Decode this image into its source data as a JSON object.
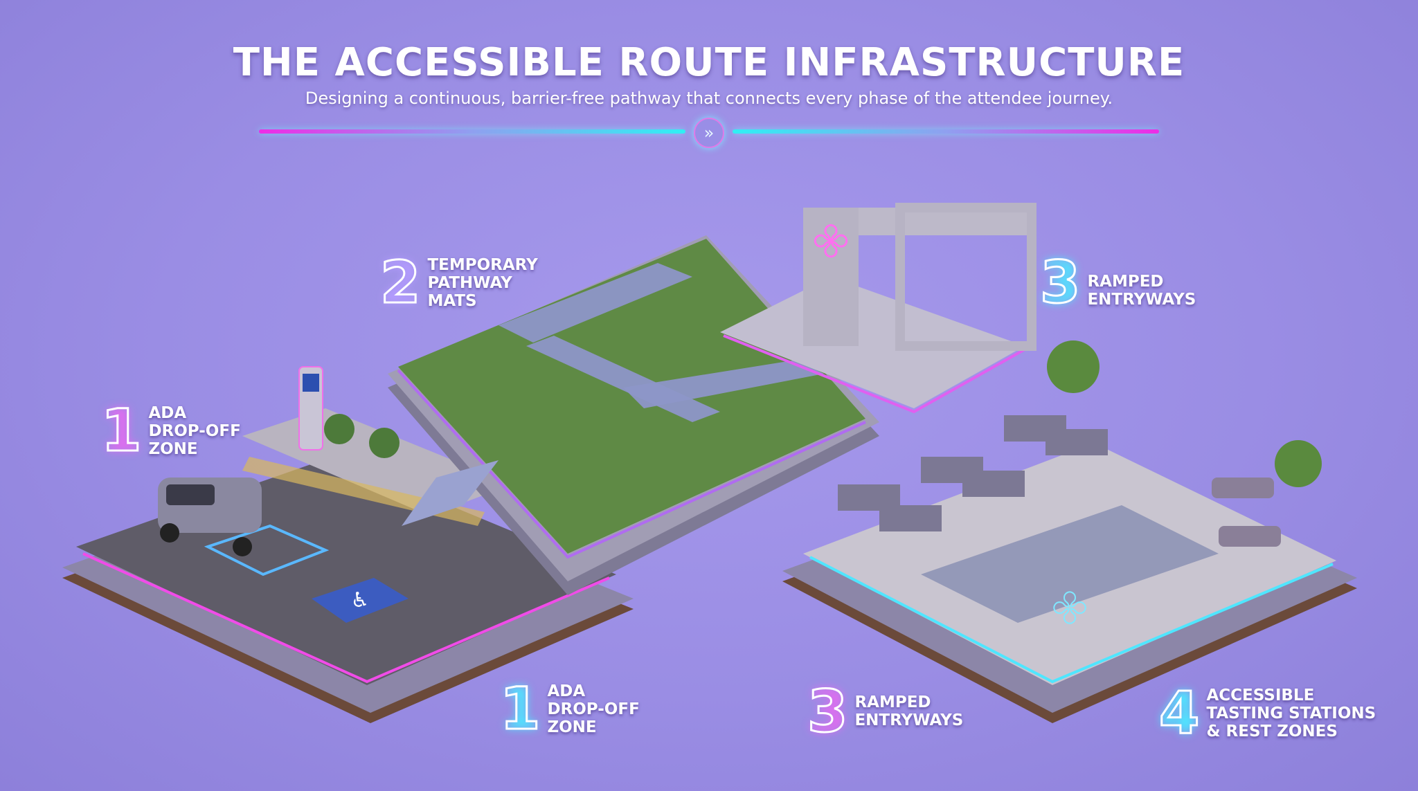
{
  "header": {
    "title": "THE ACCESSIBLE ROUTE INFRASTRUCTURE",
    "subtitle": "Designing a continuous, barrier-free pathway that connects every phase of the attendee journey.",
    "divider_icon": "double-chevron-right-icon"
  },
  "colors": {
    "background": "#9a8de4",
    "neon_pink": "#ee2ce6",
    "neon_cyan": "#2ff0f4",
    "access_blue": "#2b4fb0"
  },
  "callouts": [
    {
      "number": "1",
      "text": "ADA\nDROP-OFF\nZONE",
      "glow": "pink"
    },
    {
      "number": "2",
      "text": "TEMPORARY\nPATHWAY\nMATS",
      "glow": "purple"
    },
    {
      "number": "3",
      "text": "RAMPED\nENTRYWAYS",
      "glow": "cyan"
    }
  ],
  "legend": [
    {
      "number": "1",
      "text": "ADA\nDROP-OFF\nZONE",
      "glow": "cyan"
    },
    {
      "number": "3",
      "text": "RAMPED\nENTRYWAYS",
      "glow": "pink"
    },
    {
      "number": "4",
      "text": "ACCESSIBLE\nTASTING STATIONS\n& REST ZONES",
      "glow": "cyan"
    }
  ]
}
